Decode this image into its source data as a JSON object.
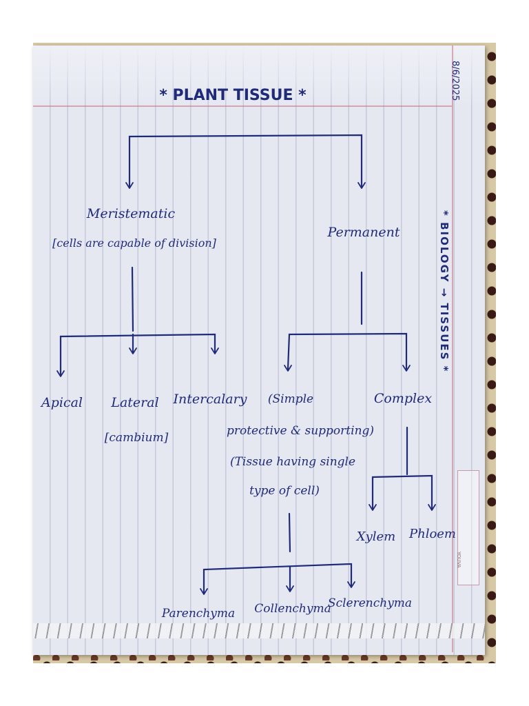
{
  "title": "* PLANT TISSUE *",
  "date": "8/6/2025",
  "side_label": "* BIOLOGY → TISSUES *",
  "stamp_text": "YOUVA",
  "nodes": {
    "meristematic": {
      "label": "Meristematic",
      "note": "[cells are capable of division]"
    },
    "permanent": {
      "label": "Permanent"
    },
    "apical": {
      "label": "Apical"
    },
    "lateral": {
      "label": "Lateral",
      "note": "[cambium]"
    },
    "intercalary": {
      "label": "Intercalary"
    },
    "simple": {
      "lines": [
        "(Simple",
        "protective & supporting)",
        "(Tissue having single",
        "type of cell)"
      ]
    },
    "complex": {
      "label": "Complex"
    },
    "xylem": {
      "label": "Xylem"
    },
    "phloem": {
      "label": "Phloem"
    },
    "parenchyma": {
      "label": "Parenchyma"
    },
    "collenchyma": {
      "label": "Collenchyma"
    },
    "sclerenchyma": {
      "label": "Sclerenchyma"
    }
  },
  "colors": {
    "ink": "#1f2a78",
    "paper": "#e6e8f1",
    "margin": "#c86e82"
  }
}
